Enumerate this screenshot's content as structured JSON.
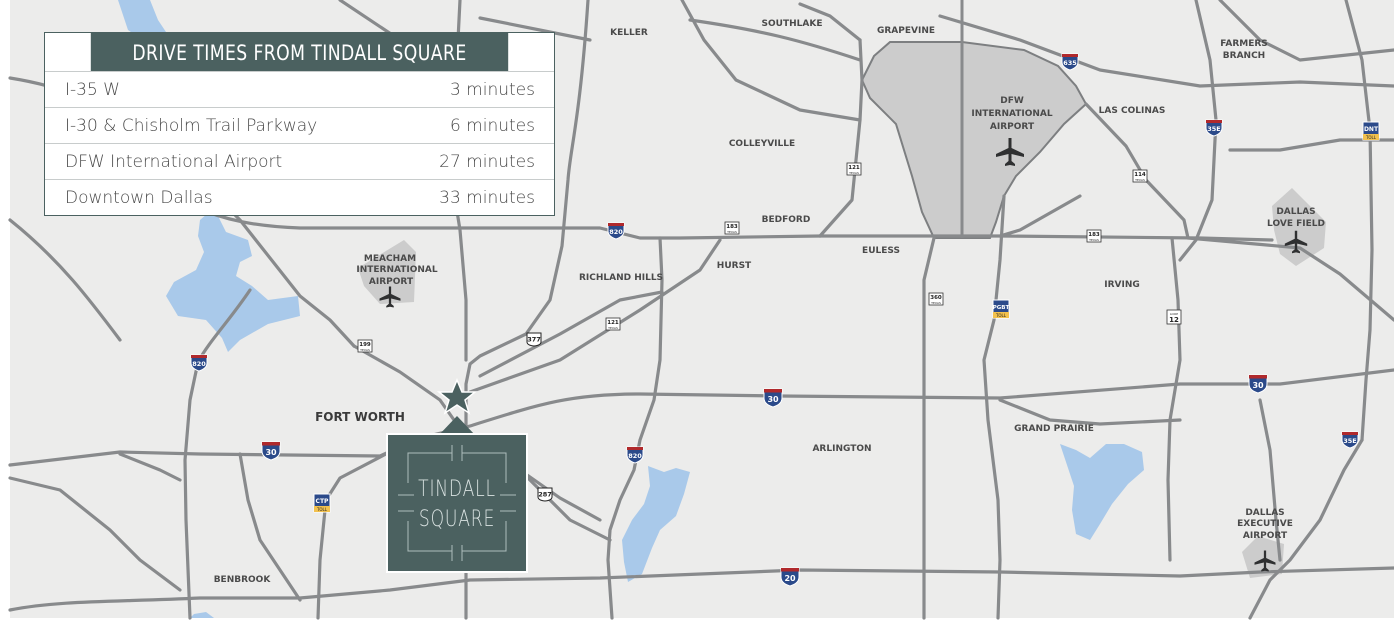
{
  "drive_times": {
    "title": "DRIVE TIMES FROM TINDALL SQUARE",
    "rows": [
      {
        "place": "I-35 W",
        "time": "3 minutes"
      },
      {
        "place": "I-30 & Chisholm Trail Parkway",
        "time": "6 minutes"
      },
      {
        "place": "DFW International Airport",
        "time": "27 minutes"
      },
      {
        "place": "Downtown Dallas",
        "time": "33 minutes"
      }
    ]
  },
  "logo": {
    "line1": "TINDALL",
    "line2": "SQUARE"
  },
  "places": {
    "keller": "KELLER",
    "southlake": "SOUTHLAKE",
    "grapevine": "GRAPEVINE",
    "farmers_branch_1": "FARMERS",
    "farmers_branch_2": "BRANCH",
    "las_colinas": "LAS COLINAS",
    "colleyville": "COLLEYVILLE",
    "bedford": "BEDFORD",
    "euless": "EULESS",
    "hurst": "HURST",
    "richland_hills": "RICHLAND HILLS",
    "irving": "IRVING",
    "fort_worth": "FORT WORTH",
    "arlington": "ARLINGTON",
    "grand_prairie": "GRAND PRAIRIE",
    "benbrook": "BENBROOK"
  },
  "airports": {
    "dfw_1": "DFW",
    "dfw_2": "INTERNATIONAL",
    "dfw_3": "AIRPORT",
    "meacham_1": "MEACHAM",
    "meacham_2": "INTERNATIONAL",
    "meacham_3": "AIRPORT",
    "love_1": "DALLAS",
    "love_2": "LOVE FIELD",
    "exec_1": "DALLAS",
    "exec_2": "EXECUTIVE",
    "exec_3": "AIRPORT"
  },
  "shields": {
    "i635": "635",
    "i35e_north": "35E",
    "i35e_south": "35E",
    "dnt": "DNT",
    "i820_north": "820",
    "i820_west": "820",
    "i820_east": "820",
    "i30_west": "30",
    "i30_mid": "30",
    "i30_east": "30",
    "i20": "20",
    "us183_west": "183",
    "us183_east": "183",
    "sh121_north": "121",
    "sh121_south": "121",
    "sh114": "114",
    "sh360": "360",
    "sh199": "199",
    "us377": "377",
    "us287": "287",
    "pgbt": "PGBT",
    "ctp": "CTP",
    "loop12": "12",
    "texas": "TEXAS",
    "loop": "LOOP",
    "toll": "TOLL"
  },
  "colors": {
    "panel": "#4b6160",
    "road": "#888a8c",
    "water": "#a9c9ea",
    "airport": "#cccccc",
    "interstate_blue": "#2b4a8a",
    "interstate_red": "#b0292c"
  }
}
